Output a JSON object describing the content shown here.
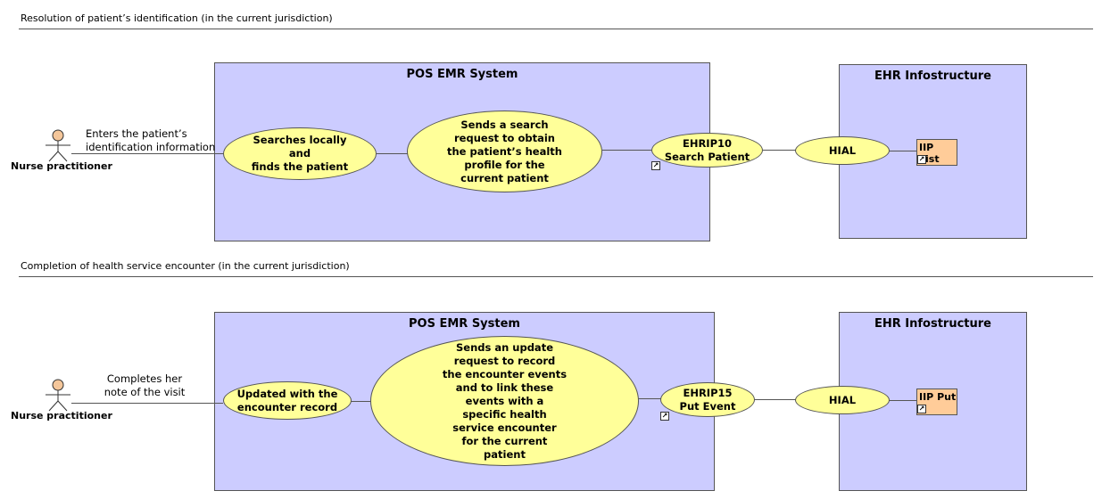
{
  "diagrams": [
    {
      "section_title": "Resolution of patient’s identification (in the current jurisdiction)",
      "actor": {
        "name": "Nurse practitioner",
        "icon": "stick-figure-icon"
      },
      "edge_label": "Enters the patient’s\nidentification information",
      "emr_box_title": "POS EMR System",
      "usecase_1": "Searches locally\nand\nfinds the patient",
      "usecase_2": "Sends a search\nrequest to obtain\nthe patient’s health\nprofile for the\ncurrent patient",
      "interaction": "EHRIP10\nSearch Patient",
      "ehr_box_title": "EHR Infostructure",
      "hial": "HIAL",
      "component": "IIP List"
    },
    {
      "section_title": "Completion of health service encounter (in the current jurisdiction)",
      "actor": {
        "name": "Nurse practitioner",
        "icon": "stick-figure-icon"
      },
      "edge_label": "Completes her\nnote of the visit",
      "emr_box_title": "POS EMR System",
      "usecase_1": "Updated with the\nencounter record",
      "usecase_2": "Sends an update\nrequest to record\nthe encounter events\nand to link these\nevents with a\nspecific health\nservice encounter\nfor the current\npatient",
      "interaction": "EHRIP15\nPut Event",
      "ehr_box_title": "EHR Infostructure",
      "hial": "HIAL",
      "component": "IIP Put"
    }
  ],
  "colors": {
    "system_box": "#ccccff",
    "use_case": "#ffff99",
    "component": "#ffcc99",
    "actor_head": "#f4c69a",
    "line": "#555555"
  }
}
